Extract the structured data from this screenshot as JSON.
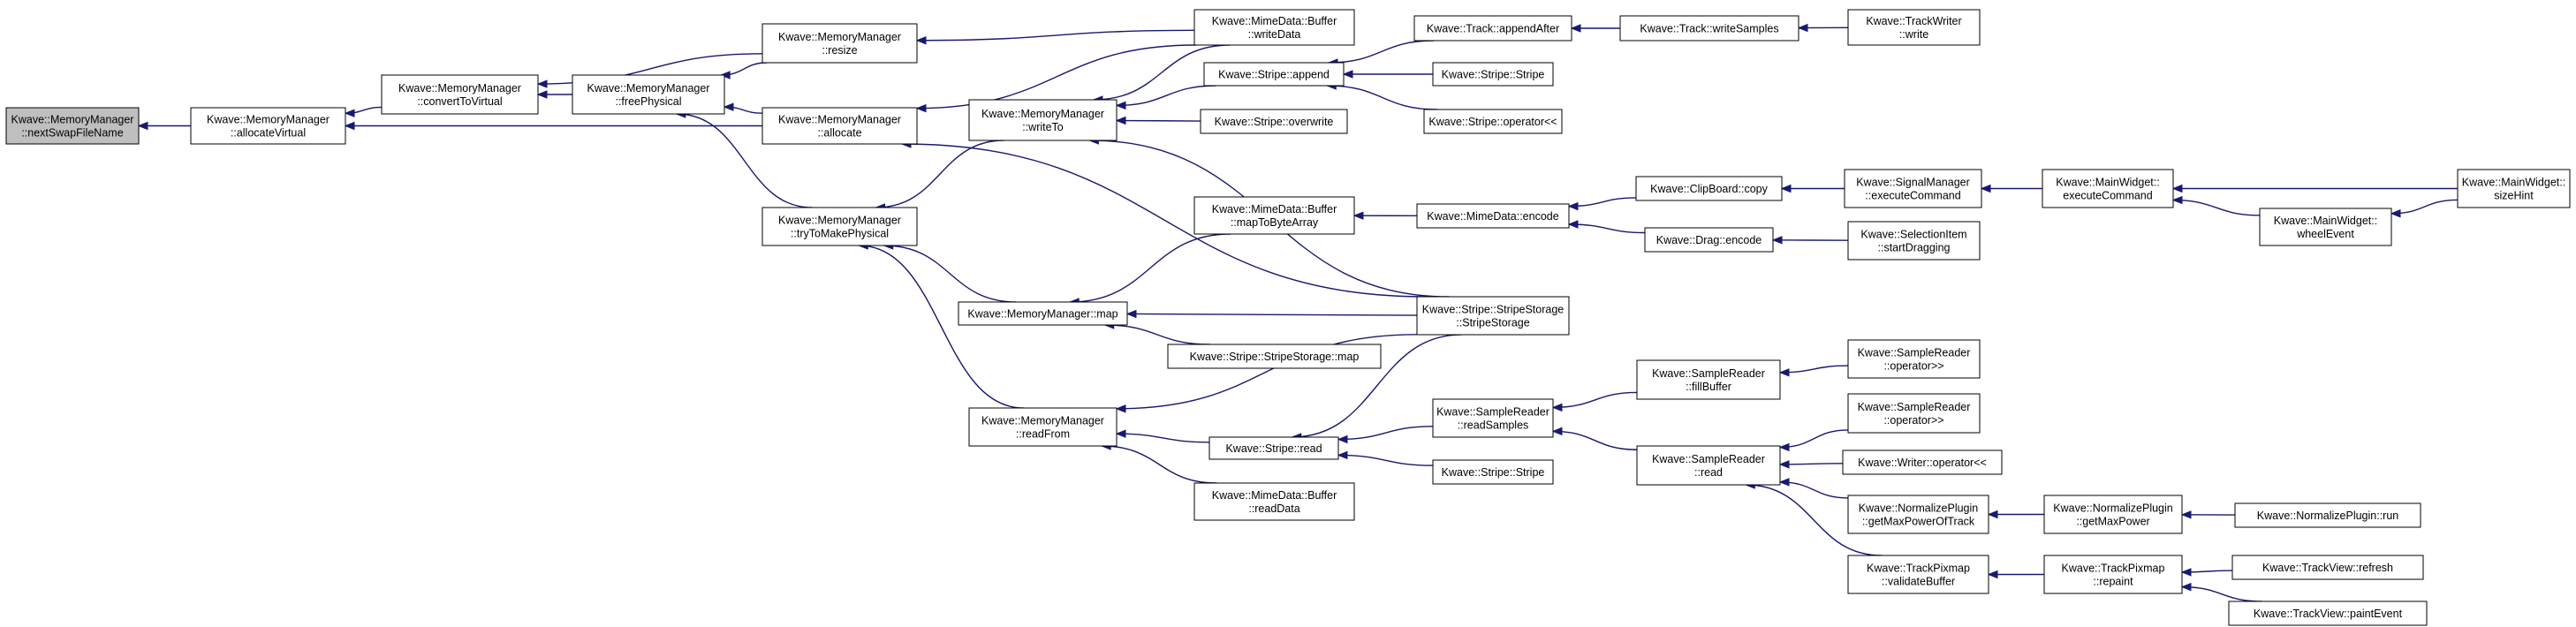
{
  "graph": {
    "nodes": [
      {
        "id": "nextswap",
        "lines": [
          "Kwave::MemoryManager",
          "::nextSwapFileName"
        ],
        "root": true
      },
      {
        "id": "allocvirt",
        "lines": [
          "Kwave::MemoryManager",
          "::allocateVirtual"
        ]
      },
      {
        "id": "convvirt",
        "lines": [
          "Kwave::MemoryManager",
          "::convertToVirtual"
        ]
      },
      {
        "id": "freephys",
        "lines": [
          "Kwave::MemoryManager",
          "::freePhysical"
        ]
      },
      {
        "id": "resize",
        "lines": [
          "Kwave::MemoryManager",
          "::resize"
        ]
      },
      {
        "id": "allocate",
        "lines": [
          "Kwave::MemoryManager",
          "::allocate"
        ]
      },
      {
        "id": "trymake",
        "lines": [
          "Kwave::MemoryManager",
          "::tryToMakePhysical"
        ]
      },
      {
        "id": "writeto",
        "lines": [
          "Kwave::MemoryManager",
          "::writeTo"
        ]
      },
      {
        "id": "mmmap",
        "lines": [
          "Kwave::MemoryManager::map"
        ]
      },
      {
        "id": "readfrom",
        "lines": [
          "Kwave::MemoryManager",
          "::readFrom"
        ]
      },
      {
        "id": "writedata",
        "lines": [
          "Kwave::MimeData::Buffer",
          "::writeData"
        ]
      },
      {
        "id": "append",
        "lines": [
          "Kwave::Stripe::append"
        ]
      },
      {
        "id": "overwrite",
        "lines": [
          "Kwave::Stripe::overwrite"
        ]
      },
      {
        "id": "maptobyte",
        "lines": [
          "Kwave::MimeData::Buffer",
          "::mapToByteArray"
        ]
      },
      {
        "id": "ssmap",
        "lines": [
          "Kwave::Stripe::StripeStorage::map"
        ]
      },
      {
        "id": "stread",
        "lines": [
          "Kwave::Stripe::read"
        ]
      },
      {
        "id": "readdata",
        "lines": [
          "Kwave::MimeData::Buffer",
          "::readData"
        ]
      },
      {
        "id": "appendafter",
        "lines": [
          "Kwave::Track::appendAfter"
        ]
      },
      {
        "id": "stripe1",
        "lines": [
          "Kwave::Stripe::Stripe"
        ]
      },
      {
        "id": "stopshift",
        "lines": [
          "Kwave::Stripe::operator<<"
        ]
      },
      {
        "id": "encode",
        "lines": [
          "Kwave::MimeData::encode"
        ]
      },
      {
        "id": "sstorage",
        "lines": [
          "Kwave::Stripe::StripeStorage",
          "::StripeStorage"
        ]
      },
      {
        "id": "readsamples",
        "lines": [
          "Kwave::SampleReader",
          "::readSamples"
        ]
      },
      {
        "id": "stripe2",
        "lines": [
          "Kwave::Stripe::Stripe"
        ]
      },
      {
        "id": "writesamples",
        "lines": [
          "Kwave::Track::writeSamples"
        ]
      },
      {
        "id": "clipcopy",
        "lines": [
          "Kwave::ClipBoard::copy"
        ]
      },
      {
        "id": "dragencode",
        "lines": [
          "Kwave::Drag::encode"
        ]
      },
      {
        "id": "fillbuffer",
        "lines": [
          "Kwave::SampleReader",
          "::fillBuffer"
        ]
      },
      {
        "id": "srread",
        "lines": [
          "Kwave::SampleReader",
          "::read"
        ]
      },
      {
        "id": "trackwriter",
        "lines": [
          "Kwave::TrackWriter",
          "::write"
        ]
      },
      {
        "id": "execcmd",
        "lines": [
          "Kwave::SignalManager",
          "::executeCommand"
        ]
      },
      {
        "id": "startdrag",
        "lines": [
          "Kwave::SelectionItem",
          "::startDragging"
        ]
      },
      {
        "id": "srop1",
        "lines": [
          "Kwave::SampleReader",
          "::operator>>"
        ]
      },
      {
        "id": "srop2",
        "lines": [
          "Kwave::SampleReader",
          "::operator>>"
        ]
      },
      {
        "id": "writerop",
        "lines": [
          "Kwave::Writer::operator<<"
        ]
      },
      {
        "id": "getmaxtrack",
        "lines": [
          "Kwave::NormalizePlugin",
          "::getMaxPowerOfTrack"
        ]
      },
      {
        "id": "validate",
        "lines": [
          "Kwave::TrackPixmap",
          "::validateBuffer"
        ]
      },
      {
        "id": "mwexec",
        "lines": [
          "Kwave::MainWidget::",
          "executeCommand"
        ]
      },
      {
        "id": "getmaxpower",
        "lines": [
          "Kwave::NormalizePlugin",
          "::getMaxPower"
        ]
      },
      {
        "id": "repaint",
        "lines": [
          "Kwave::TrackPixmap",
          "::repaint"
        ]
      },
      {
        "id": "wheel",
        "lines": [
          "Kwave::MainWidget::",
          "wheelEvent"
        ]
      },
      {
        "id": "npluginrun",
        "lines": [
          "Kwave::NormalizePlugin::run"
        ]
      },
      {
        "id": "refresh",
        "lines": [
          "Kwave::TrackView::refresh"
        ]
      },
      {
        "id": "paintevent",
        "lines": [
          "Kwave::TrackView::paintEvent"
        ]
      },
      {
        "id": "sizehint",
        "lines": [
          "Kwave::MainWidget::",
          "sizeHint"
        ]
      }
    ],
    "edges": [
      [
        "allocvirt",
        "nextswap"
      ],
      [
        "convvirt",
        "allocvirt"
      ],
      [
        "allocate",
        "allocvirt"
      ],
      [
        "freephys",
        "convvirt"
      ],
      [
        "resize",
        "convvirt"
      ],
      [
        "resize",
        "freephys"
      ],
      [
        "allocate",
        "freephys"
      ],
      [
        "trymake",
        "freephys"
      ],
      [
        "writedata",
        "resize"
      ],
      [
        "writedata",
        "allocate"
      ],
      [
        "sstorage",
        "allocate"
      ],
      [
        "writeto",
        "trymake"
      ],
      [
        "mmmap",
        "trymake"
      ],
      [
        "readfrom",
        "trymake"
      ],
      [
        "writedata",
        "writeto"
      ],
      [
        "append",
        "writeto"
      ],
      [
        "overwrite",
        "writeto"
      ],
      [
        "sstorage",
        "writeto"
      ],
      [
        "maptobyte",
        "mmmap"
      ],
      [
        "sstorage",
        "mmmap"
      ],
      [
        "ssmap",
        "mmmap"
      ],
      [
        "sstorage",
        "readfrom"
      ],
      [
        "stread",
        "readfrom"
      ],
      [
        "readdata",
        "readfrom"
      ],
      [
        "appendafter",
        "append"
      ],
      [
        "stripe1",
        "append"
      ],
      [
        "stopshift",
        "append"
      ],
      [
        "encode",
        "maptobyte"
      ],
      [
        "sstorage",
        "stread"
      ],
      [
        "readsamples",
        "stread"
      ],
      [
        "stripe2",
        "stread"
      ],
      [
        "writesamples",
        "appendafter"
      ],
      [
        "clipcopy",
        "encode"
      ],
      [
        "dragencode",
        "encode"
      ],
      [
        "fillbuffer",
        "readsamples"
      ],
      [
        "srread",
        "readsamples"
      ],
      [
        "trackwriter",
        "writesamples"
      ],
      [
        "execcmd",
        "clipcopy"
      ],
      [
        "startdrag",
        "dragencode"
      ],
      [
        "srop1",
        "fillbuffer"
      ],
      [
        "srop2",
        "srread"
      ],
      [
        "writerop",
        "srread"
      ],
      [
        "getmaxtrack",
        "srread"
      ],
      [
        "validate",
        "srread"
      ],
      [
        "mwexec",
        "execcmd"
      ],
      [
        "getmaxpower",
        "getmaxtrack"
      ],
      [
        "repaint",
        "validate"
      ],
      [
        "sizehint",
        "mwexec"
      ],
      [
        "wheel",
        "mwexec"
      ],
      [
        "npluginrun",
        "getmaxpower"
      ],
      [
        "refresh",
        "repaint"
      ],
      [
        "paintevent",
        "repaint"
      ],
      [
        "sizehint",
        "wheel"
      ]
    ]
  }
}
